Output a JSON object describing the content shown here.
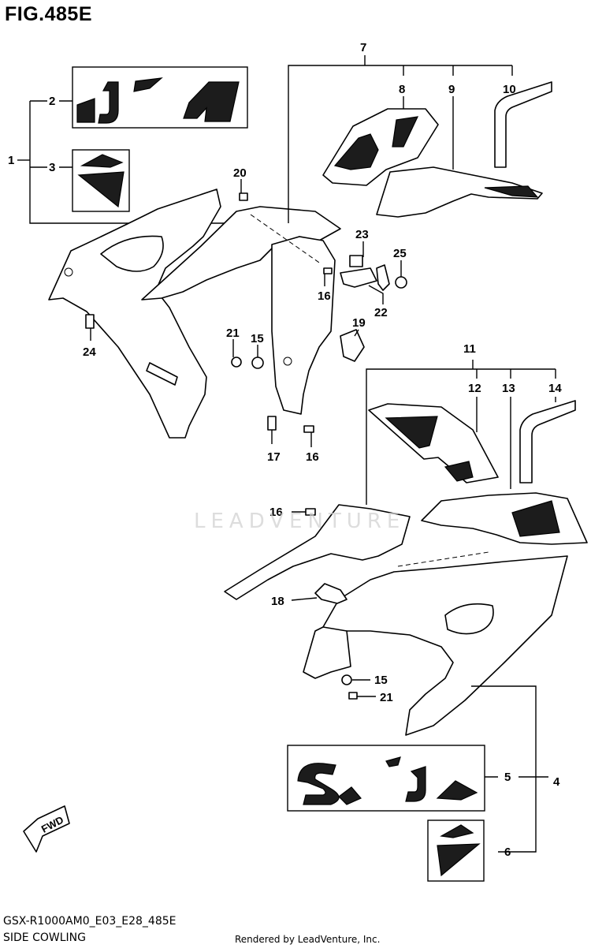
{
  "figure": {
    "title": "FIG.485E",
    "code": "GSX-R1000AM0_E03_E28_485E",
    "caption": "SIDE COWLING",
    "rendered_by": "Rendered by LeadVenture, Inc.",
    "watermark": "LEADVENTURE",
    "fwd_label": "FWD"
  },
  "callouts": [
    "1",
    "2",
    "3",
    "4",
    "5",
    "6",
    "7",
    "8",
    "9",
    "10",
    "11",
    "12",
    "13",
    "14",
    "15",
    "16",
    "17",
    "18",
    "19",
    "20",
    "21",
    "22",
    "23",
    "24",
    "25"
  ]
}
